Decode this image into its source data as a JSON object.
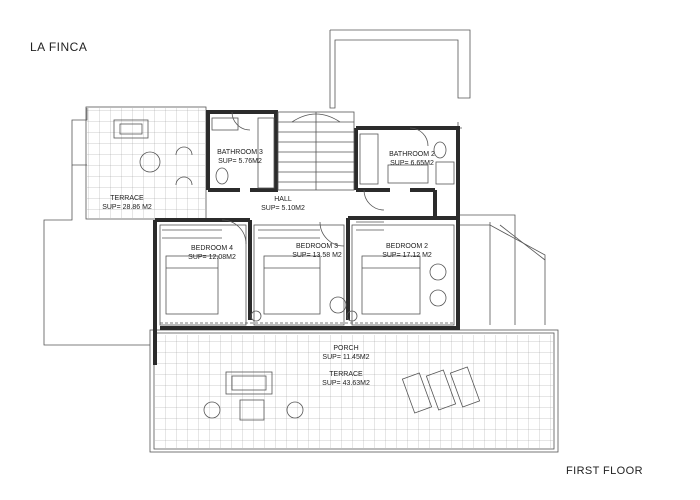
{
  "title": "LA FINCA",
  "floor_label": "FIRST FLOOR",
  "rooms": {
    "bathroom3": {
      "name": "BATHROOM 3",
      "area": "SUP= 5.76M2"
    },
    "bathroom2": {
      "name": "BATHROOM 2",
      "area": "SUP= 6.65M2"
    },
    "terrace_left": {
      "name": "TERRACE",
      "area": "SUP= 28.86 M2"
    },
    "hall": {
      "name": "HALL",
      "area": "SUP= 5.10M2"
    },
    "bedroom4": {
      "name": "BEDROOM 4",
      "area": "SUP= 12.08M2"
    },
    "bedroom3": {
      "name": "BEDROOM 3",
      "area": "SUP= 13.58 M2"
    },
    "bedroom2": {
      "name": "BEDROOM 2",
      "area": "SUP= 17.12 M2"
    },
    "porch": {
      "name": "PORCH",
      "area": "SUP= 11.45M2"
    },
    "terrace_front": {
      "name": "TERRACE",
      "area": "SUP= 43.63M2"
    }
  },
  "colors": {
    "wall": "#2b2b2b",
    "line": "#555555",
    "tile": "#9a9a9a"
  }
}
